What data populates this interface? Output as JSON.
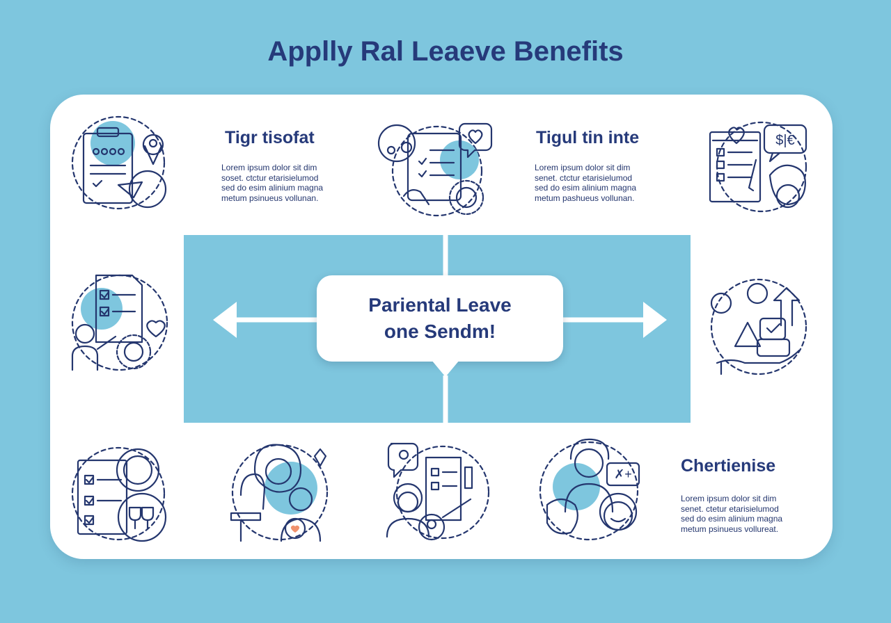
{
  "title": "Applly Ral Leaeve Benefits",
  "center": {
    "line1": "Pariental Leave",
    "line2": "one Sendm!"
  },
  "sections": [
    {
      "heading": "Tigr tisofat",
      "body": "Lorem ipsum dolor sit dim\nsoset. ctctur etarisielumod\nsed do esim alinium magna\nmetum psinueus vollunan."
    },
    {
      "heading": "Tigul tin inte",
      "body": "Lorem ipsum dolor sit dim\nsenet. ctctur etarisielumod\nsed do esim alinium magna\nmetum pashueus vollunan."
    },
    {
      "heading": "Chertienise",
      "body": "Lorem ipsum dolor sit dim\nsenet. ctetur etarisielumod\nsed do esim alinium magna\nmetum psinueus vollureat."
    }
  ],
  "icon_labels": {
    "currency": "$|€",
    "formula": "✗+"
  },
  "colors": {
    "background": "#7ec6de",
    "panel": "#ffffff",
    "ink": "#24366e",
    "accent_orange": "#f0926e",
    "accent_blue": "#7ec6de"
  }
}
